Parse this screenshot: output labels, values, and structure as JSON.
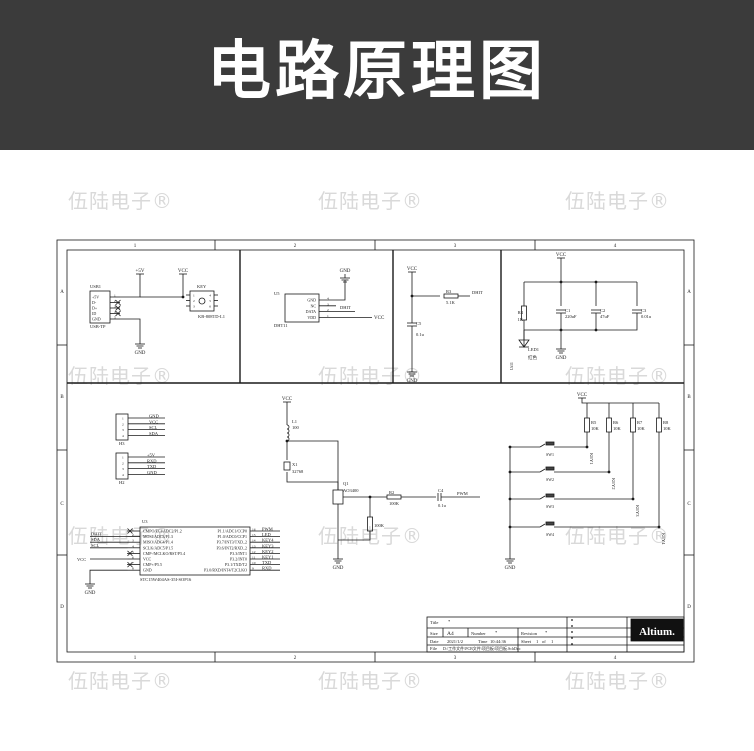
{
  "header": {
    "title": "电路原理图"
  },
  "watermark": "伍陆电子®",
  "frame": {
    "cols": [
      "1",
      "2",
      "3",
      "4"
    ],
    "rows": [
      "A",
      "B",
      "C",
      "D"
    ]
  },
  "usb": {
    "ref": "USB1",
    "part": "USB-TP",
    "pins": [
      "+5V",
      "D-",
      "D+",
      "ID",
      "GND"
    ],
    "nums": [
      "1",
      "2",
      "3",
      "4",
      "5"
    ],
    "pwr": "+5V",
    "vcc": "VCC",
    "gnd": "GND",
    "key_ref": "KEY",
    "key_part": "KB-808TD-L1",
    "key_pins": [
      "1",
      "2",
      "3",
      "4",
      "5",
      "6"
    ]
  },
  "dht": {
    "ref": "U5",
    "part": "DHT11",
    "pins": [
      "GND",
      "NC",
      "DATA",
      "VDD"
    ],
    "nums": [
      "4",
      "3",
      "2",
      "1"
    ],
    "net": "DHIT",
    "vcc": "VCC",
    "gnd": "GND"
  },
  "pull": {
    "vcc": "VCC",
    "r_ref": "R3",
    "r_val": "5.1K",
    "net": "DHIT",
    "c_ref": "C5",
    "c_val": "0.1u",
    "gnd": "GND"
  },
  "power": {
    "vcc": "VCC",
    "r4": "R4",
    "r4v": "1K",
    "c1": "C1",
    "c1v": "220uF",
    "c2": "C2",
    "c2v": "47uF",
    "c3": "C3",
    "c3v": "0.01u",
    "led": "LED1",
    "led_color": "红色",
    "led_label": "Ui11",
    "gnd": "GND"
  },
  "h3": {
    "ref": "H3",
    "nets": [
      "GND",
      "VCC",
      "SCL",
      "SDA"
    ],
    "nums": [
      "1",
      "2",
      "3",
      "4"
    ]
  },
  "h2": {
    "ref": "H2",
    "nets": [
      "+5V",
      "RXD",
      "TXD",
      "GND"
    ],
    "nums": [
      "1",
      "2",
      "3",
      "4"
    ]
  },
  "mcu": {
    "ref": "U3",
    "part": "STC15W404AS-35I-SOP16",
    "left": [
      "CMPO/ECI/ADC2/P1.2",
      "MOSI/ADC3/P1.3",
      "MISO/ADC4/P1.4",
      "SCLK/ADC5/P1.5",
      "CMP-/MCLKO/RST/P5.4",
      "VCC",
      "CMP+/P5.5",
      "GND"
    ],
    "left_nums": [
      "1",
      "2",
      "3",
      "4",
      "5",
      "6",
      "7",
      "8"
    ],
    "left_nets": [
      "DHIT",
      "SDA",
      "SCL",
      "VCC",
      "GND"
    ],
    "right": [
      "P1.1/ADC1/CCP0",
      "P1.0/ADC0/CCP1",
      "P3.7/INT3/TXD_2",
      "P3.6/INT2/RXD_2",
      "P3.3/INT1",
      "P3.2/INT0",
      "P3.1/TXD/T2",
      "P3.0/RXD/INT4/T2CLKO"
    ],
    "right_nums": [
      "16",
      "15",
      "14",
      "13",
      "12",
      "11",
      "10",
      "9"
    ],
    "right_nets": [
      "PWM",
      "LED",
      "KEY4",
      "KEY3",
      "KEY2",
      "KEY1",
      "TXD",
      "RXD"
    ]
  },
  "driver": {
    "vcc": "VCC",
    "l1": "L1",
    "l1v": "100",
    "x1": "X1",
    "x1v": "32768",
    "q1": "Q1",
    "q1v": "AO3400",
    "r2": "R2",
    "r2v": "100K",
    "r_pd": "100K",
    "c4": "C4",
    "c4v": "0.1u",
    "pwm": "PWM",
    "gnd": "GND"
  },
  "keys": {
    "vcc": "VCC",
    "resistors": [
      "R5",
      "R6",
      "R7",
      "R8"
    ],
    "rval": "10K",
    "switches": [
      "SW1",
      "SW2",
      "SW3",
      "SW4"
    ],
    "nets": [
      "KEY1",
      "KEY2",
      "KEY3",
      "KEY4"
    ],
    "gnd": "GND"
  },
  "titleblock": {
    "title_label": "Title",
    "title_val": "*",
    "size_label": "Size",
    "size_val": "A4",
    "number_label": "Number",
    "number_val": "*",
    "revision_label": "Revision",
    "revision_val": "*",
    "date_label": "Date",
    "date_val": "2021/1/2",
    "time_label": "Time",
    "time_val": "10:44:36",
    "sheet_label": "Sheet",
    "sheet_val": "1",
    "of_label": "of",
    "of_val": "1",
    "file_label": "File",
    "file_val": "D:\\工作文件\\PCB文件\\项目板\\项目板.SchDoc",
    "logo": "Altium."
  }
}
